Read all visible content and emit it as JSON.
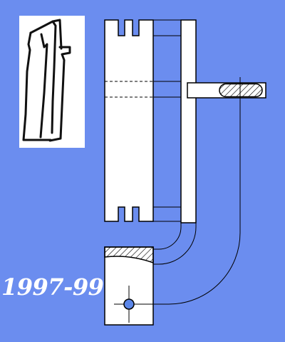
{
  "drawing": {
    "years": "1997-99",
    "colors": {
      "background": "#6b8def",
      "panel_fill": "#ffffff",
      "line": "#000000",
      "hole_fill": "#5b86e8",
      "label": "#ffffff"
    },
    "parts": [
      "sketch-inset",
      "side-view-board",
      "front-view-board",
      "shaft-section",
      "bent-strip",
      "foot-block",
      "foot-hole",
      "projection-lines"
    ]
  }
}
